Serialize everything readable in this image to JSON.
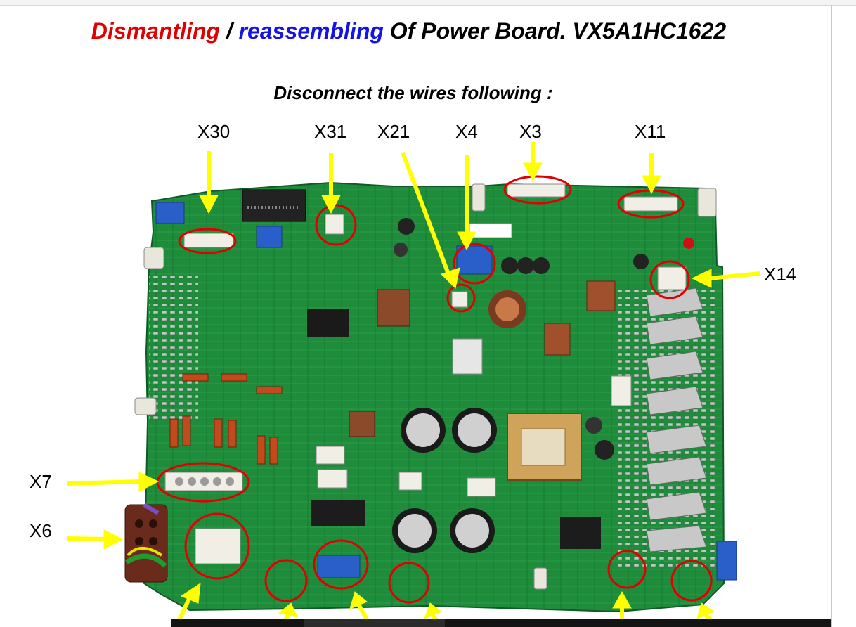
{
  "title": {
    "part1": "Dismantling",
    "part2": " / ",
    "part3": "reassembling",
    "part4": " Of Power Board. VX5A1HC1622",
    "color_red": "#e00000",
    "color_blue": "#1414e6"
  },
  "subtitle": "Disconnect the wires following :",
  "connectors": {
    "x30": "X30",
    "x31": "X31",
    "x21": "X21",
    "x4": "X4",
    "x3": "X3",
    "x11": "X11",
    "x14": "X14",
    "x7": "X7",
    "x6": "X6"
  },
  "colors": {
    "arrow": "#ffff00",
    "circle": "#e00000",
    "pcb": "#1e8a3a"
  }
}
